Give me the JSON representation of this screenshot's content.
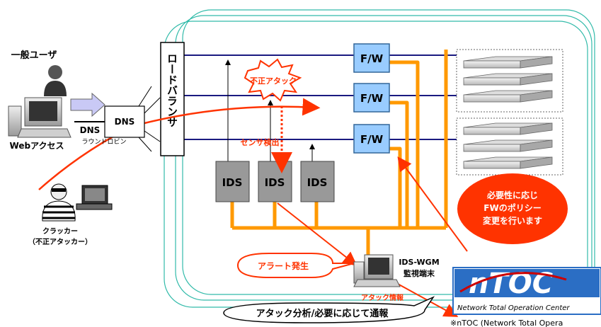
{
  "labels": {
    "user_title": "一般ユーザ",
    "web_access": "Webアクセス",
    "dns_box": "DNS",
    "dns_caption": "DNS",
    "dns_round_robin": "ラウンドロビン",
    "load_balancer": "ロードバランサ",
    "attack_burst": "不正アタック",
    "sensor_detect": "センサ検出",
    "firewall": "F/W",
    "ids": "IDS",
    "policy_callout": "必要性に応じFWのポリシー変更を行います",
    "cracker": "クラッカー",
    "cracker_sub": "（不正アタッカー）",
    "alert_callout": "アラート発生",
    "monitor_title": "IDS-WGM",
    "monitor_sub": "監視端末",
    "attack_info": "アタック情報",
    "ntoc_org": "Network Total Operation Center",
    "ntoc_note": "※nTOC (Network Total Opera",
    "analysis_callout": "アタック分析/必要に応じて通報"
  },
  "colors": {
    "accent_orange": "#ff9900",
    "alert_red": "#ff3300",
    "fw_blue": "#99ccff",
    "ids_gray": "#999999",
    "ntoc_blue": "#2b6ec4",
    "ntoc_red": "#cc0000",
    "boundary_teal": "#33bbaa"
  },
  "icons": [
    "user-icon",
    "computer-icon",
    "server-icon",
    "cracker-icon",
    "monitor-icon",
    "ntoc-logo-icon",
    "burst-icon"
  ]
}
